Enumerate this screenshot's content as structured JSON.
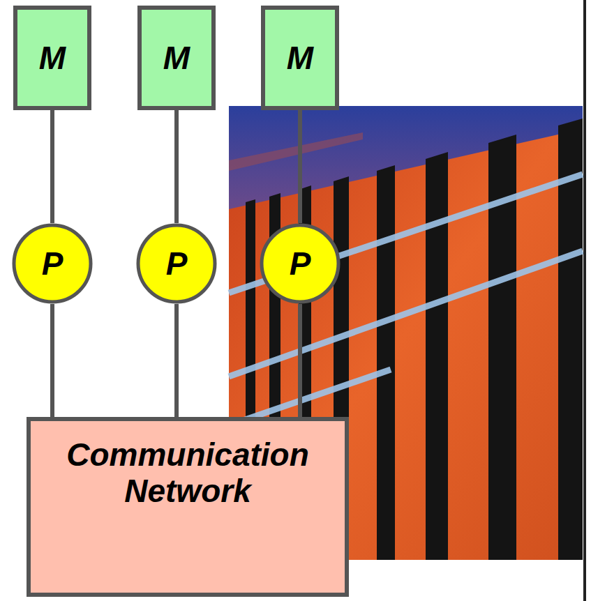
{
  "diagram": {
    "nodes": [
      {
        "text": [
          "M"
        ]
      },
      {
        "text": [
          "M"
        ]
      },
      {
        "text": [
          "M"
        ]
      },
      {
        "text": [
          "P"
        ]
      },
      {
        "text": [
          "P"
        ]
      },
      {
        "text": [
          "P"
        ]
      },
      {
        "text": [
          "Communication Network"
        ]
      }
    ],
    "edges": [
      {
        "from": 0,
        "to": 3,
        "arrow": "none"
      },
      {
        "from": 1,
        "to": 4,
        "arrow": "none"
      },
      {
        "from": 2,
        "to": 5,
        "arrow": "none"
      },
      {
        "from": 3,
        "to": 6,
        "arrow": "none"
      },
      {
        "from": 4,
        "to": 6,
        "arrow": "none"
      },
      {
        "from": 5,
        "to": 6,
        "arrow": "none"
      }
    ]
  }
}
